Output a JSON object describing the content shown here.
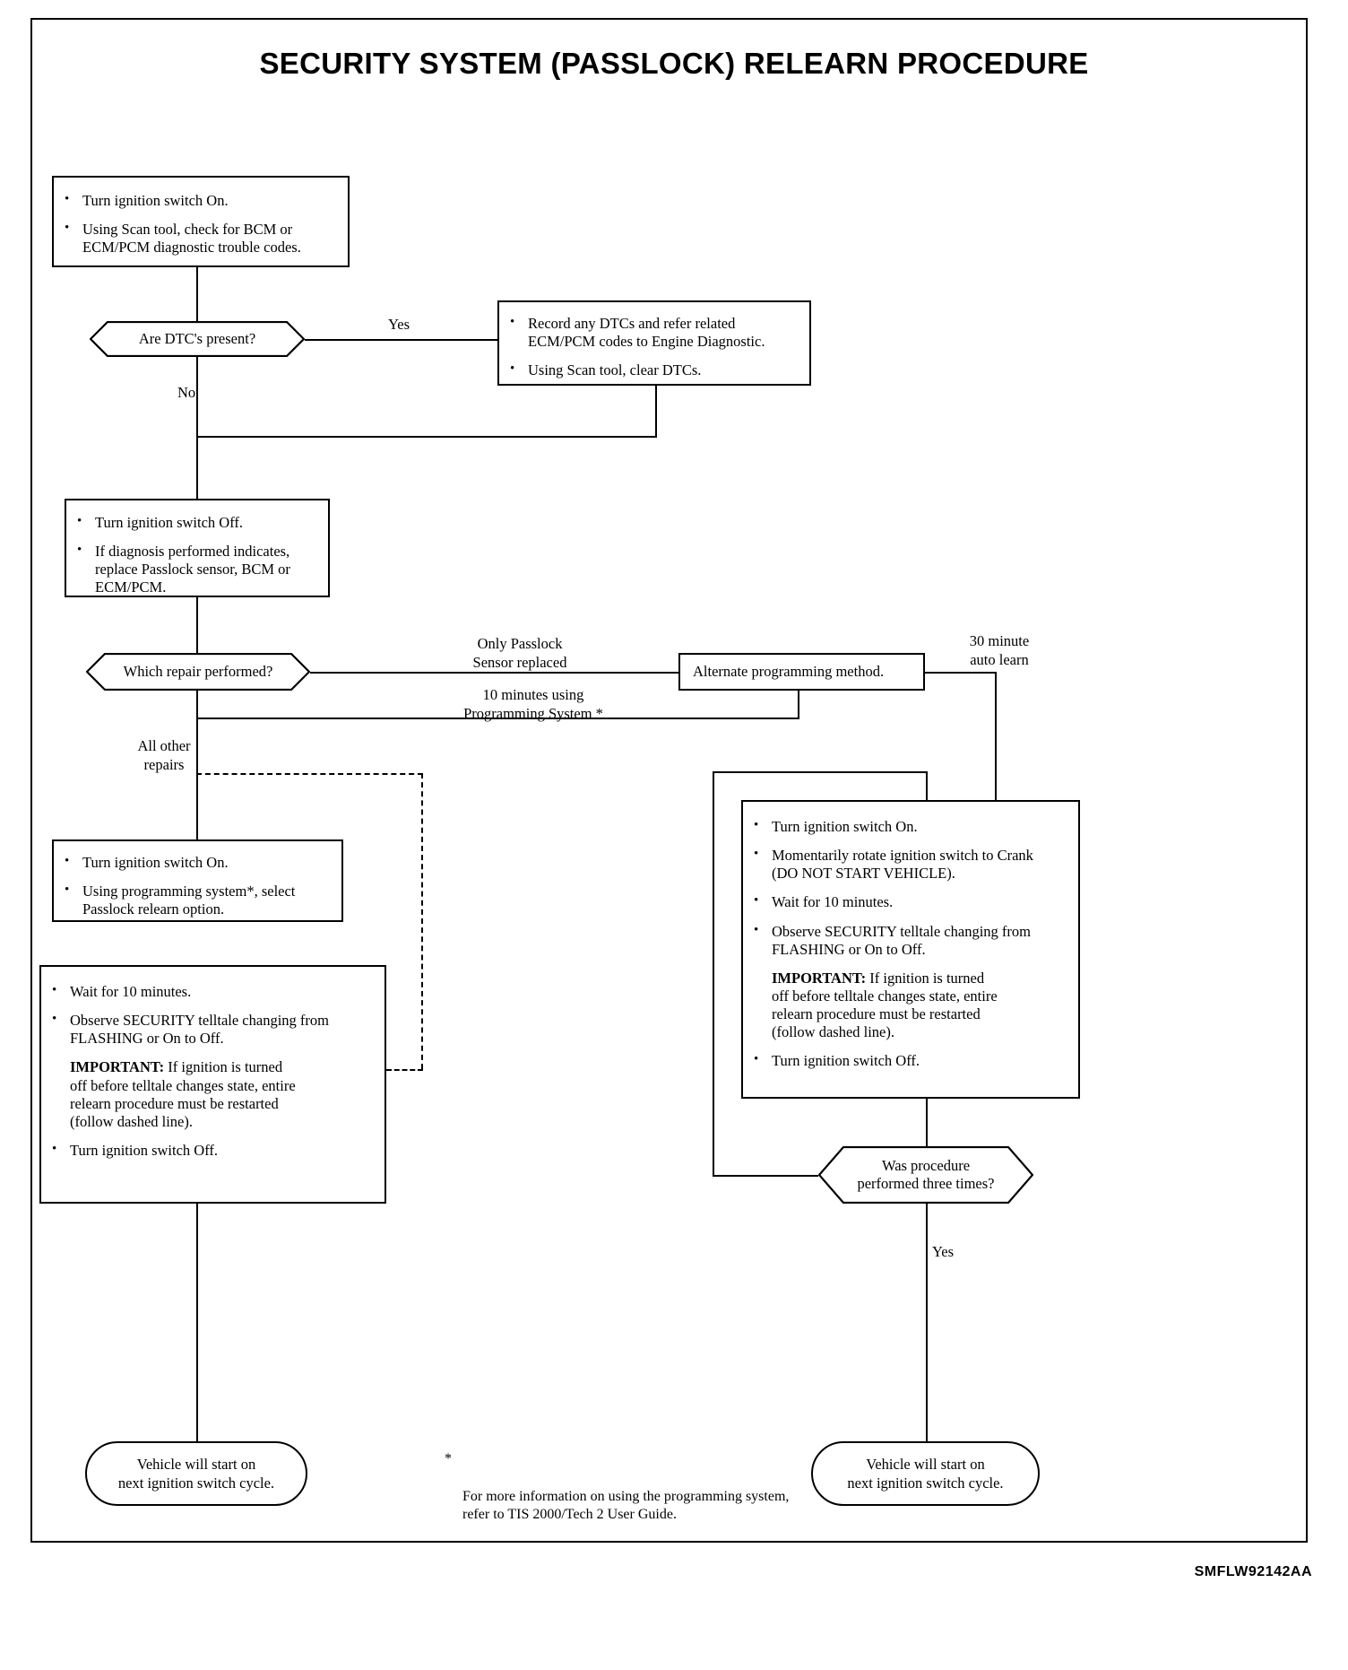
{
  "document": {
    "title": "SECURITY SYSTEM (PASSLOCK) RELEARN PROCEDURE",
    "code": "SMFLW92142AA"
  },
  "nodes": {
    "start_check": {
      "type": "process",
      "items": [
        "Turn ignition switch On.",
        "Using Scan tool, check for BCM or\nECM/PCM diagnostic trouble codes."
      ]
    },
    "dtc_decision": {
      "type": "decision",
      "label": "Are DTC's present?"
    },
    "record_dtcs": {
      "type": "process",
      "items": [
        "Record any DTCs and refer related\nECM/PCM codes to Engine Diagnostic.",
        "Using Scan tool, clear DTCs."
      ]
    },
    "ignition_off": {
      "type": "process",
      "items": [
        "Turn ignition switch Off.",
        "If diagnosis performed indicates,\nreplace Passlock sensor, BCM or\nECM/PCM."
      ]
    },
    "repair_decision": {
      "type": "decision",
      "label": "Which repair performed?"
    },
    "alternate_method": {
      "type": "process",
      "label": "Alternate programming method."
    },
    "programming_relearn": {
      "type": "process",
      "items": [
        "Turn ignition switch On.",
        "Using programming system*, select\nPasslock relearn option."
      ]
    },
    "wait_observe_left": {
      "type": "process",
      "items": [
        "Wait for 10 minutes.",
        "Observe SECURITY telltale changing from\nFLASHING or On to Off.",
        "IMPORTANT:",
        " If ignition is turned\noff before telltale changes state, entire\nrelearn procedure must be restarted\n(follow dashed line).",
        "Turn ignition switch Off."
      ]
    },
    "auto_learn_right": {
      "type": "process",
      "items": [
        "Turn ignition switch On.",
        "Momentarily rotate ignition switch to Crank\n(DO NOT START VEHICLE).",
        "Wait for 10 minutes.",
        "Observe SECURITY telltale changing from\nFLASHING or On to Off.",
        "IMPORTANT:",
        " If ignition is turned\noff before telltale changes state, entire\nrelearn procedure must be restarted\n(follow dashed line).",
        "Turn ignition switch Off."
      ]
    },
    "three_times_decision": {
      "type": "decision",
      "label": "Was procedure\nperformed three times?"
    },
    "end_left": {
      "type": "terminator",
      "label": "Vehicle will start on\nnext ignition switch cycle."
    },
    "end_right": {
      "type": "terminator",
      "label": "Vehicle will start on\nnext ignition switch cycle."
    }
  },
  "edge_labels": {
    "dtc_yes": "Yes",
    "dtc_no": "No",
    "only_passlock": "Only Passlock\nSensor replaced",
    "ten_minutes": "10 minutes using\nProgramming System *",
    "all_other": "All other\nrepairs",
    "auto_learn": "30 minute\nauto learn",
    "three_times_yes": "Yes"
  },
  "footnote": {
    "marker": "*",
    "text": "For more information on using the programming system,\nrefer to TIS 2000/Tech 2 User Guide."
  },
  "colors": {
    "ink": "#000000",
    "paper": "#ffffff"
  }
}
